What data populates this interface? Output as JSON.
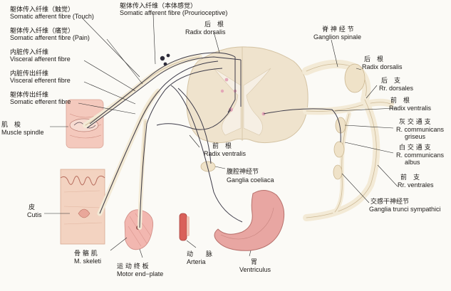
{
  "colors": {
    "background": "#fbfaf6",
    "nerve_fill": "#f3ead6",
    "nerve_stroke": "#cdb995",
    "spinal_cord": "#efe3cd",
    "grey_matter": "#f6efe4",
    "skin": "#efc9b5",
    "muscle": "#f2b7b0",
    "stomach": "#e8a6a2",
    "fibre_dark": "#3c3a48",
    "leader": "#2b2b2b"
  },
  "labels": {
    "somatic_touch_zh": "躯体传入纤维（触觉）",
    "somatic_touch_en": "Somatic afferent fibre (Touch)",
    "somatic_proprio_zh": "躯体传入纤维（本体感觉）",
    "somatic_proprio_en": "Somatic afferent fibre (Prourioceptive)",
    "somatic_pain_zh": "躯体传入纤维（痛觉）",
    "somatic_pain_en": "Somatic afferent fibre (Pain)",
    "visceral_aff_zh": "内脏传入纤维",
    "visceral_aff_en": "Visceral afferent fibre",
    "visceral_eff_zh": "内脏传出纤维",
    "visceral_eff_en": "Visceral efferent fibre",
    "somatic_eff_zh": "躯体传出纤维",
    "somatic_eff_en": "Somatic efferent fibre",
    "dorsal_root_zh": "后　根",
    "dorsal_root_en": "Radix dorsalis",
    "ganglion_zh": "脊 神 经 节",
    "ganglion_en": "Ganglion spinale",
    "dorsal_root2_zh": "后　根",
    "dorsal_root2_en": "Radix dorsalis",
    "dorsal_rami_zh": "后　支",
    "dorsal_rami_en": "Rr. dorsales",
    "ventral_root2_zh": "前　根",
    "ventral_root2_en": "Radix ventralis",
    "grey_comm_zh": "灰 交 通 支",
    "grey_comm_en1": "R. communicans",
    "grey_comm_en2": "griseus",
    "white_comm_zh": "白 交 通 支",
    "white_comm_en1": "R. communicans",
    "white_comm_en2": "albus",
    "ventral_rami_zh": "前　支",
    "ventral_rami_en": "Rr. ventrales",
    "symp_trunk_zh": "交感干神经节",
    "symp_trunk_en": "Ganglia trunci sympathici",
    "muscle_spindle_zh": "肌　梭",
    "muscle_spindle_en": "Muscle spindle",
    "ventral_root_zh": "前　根",
    "ventral_root_en": "Radix ventralis",
    "coeliac_zh": "腹腔神经节",
    "coeliac_en": "Ganglia coeliaca",
    "cutis_zh": "皮",
    "cutis_en": "Cutis",
    "skeletal_zh": "骨 骼 肌",
    "skeletal_en": "M. skeleti",
    "motor_plate_zh": "运 动 终 板",
    "motor_plate_en": "Motor end−plate",
    "artery_zh": "动　　脉",
    "artery_en": "Arteria",
    "stomach_zh": "胃",
    "stomach_en": "Ventriculus"
  }
}
